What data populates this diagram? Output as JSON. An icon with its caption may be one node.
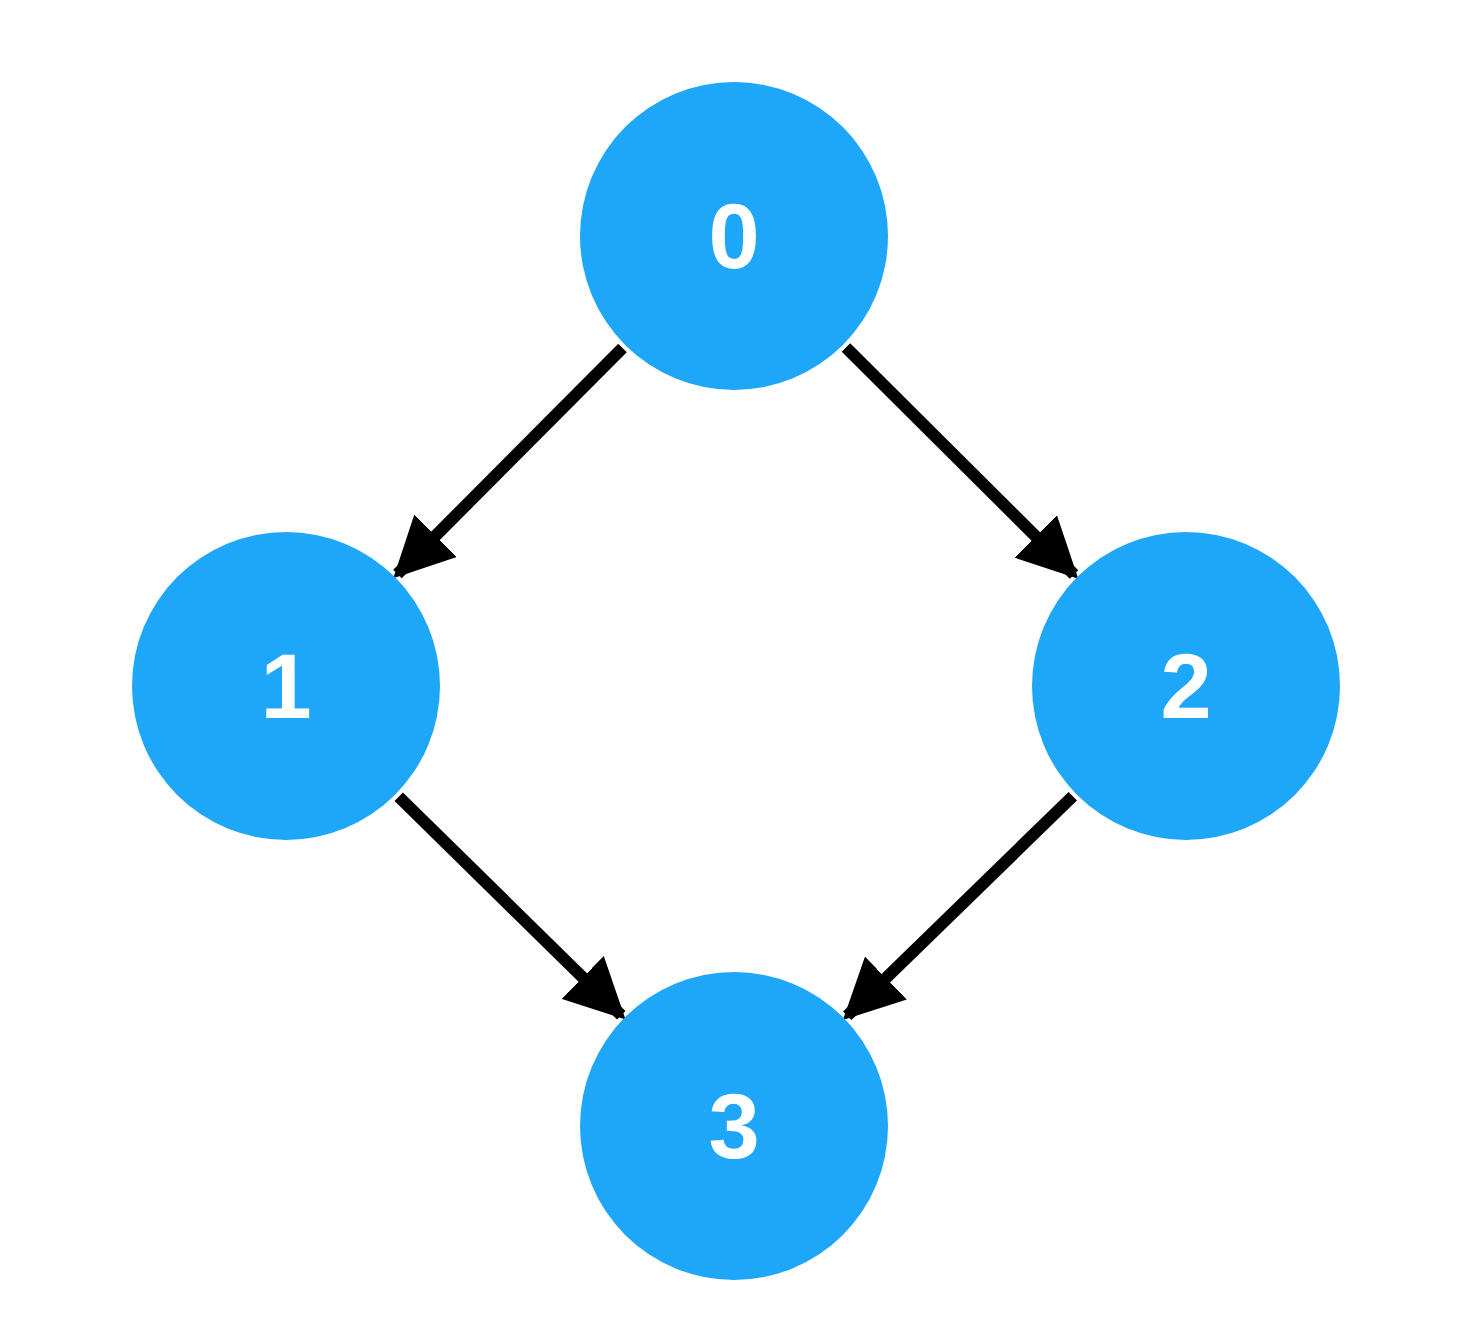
{
  "diagram": {
    "nodes": [
      {
        "text": [
          "0"
        ]
      },
      {
        "text": [
          "1"
        ]
      },
      {
        "text": [
          "2"
        ]
      },
      {
        "text": [
          "3"
        ]
      }
    ],
    "edges": [
      {
        "from": 0,
        "to": 1,
        "arrow": "to"
      },
      {
        "from": 0,
        "to": 2,
        "arrow": "to"
      },
      {
        "from": 1,
        "to": 3,
        "arrow": "to"
      },
      {
        "from": 2,
        "to": 3,
        "arrow": "to"
      }
    ]
  }
}
